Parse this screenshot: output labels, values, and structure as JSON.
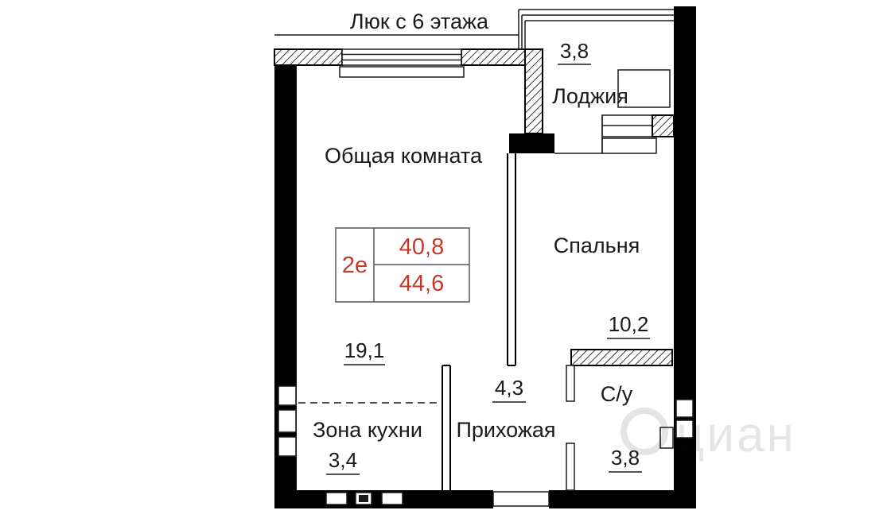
{
  "title": "Люк с 6 этажа",
  "info_box": {
    "type": "2е",
    "area_living": "40,8",
    "area_total": "44,6",
    "accent_color": "#c23a2b"
  },
  "rooms": {
    "living": {
      "name": "Общая комната",
      "area": "19,1"
    },
    "bedroom": {
      "name": "Спальня",
      "area": "10,2"
    },
    "loggia": {
      "name": "Лоджия",
      "area": "3,8"
    },
    "kitchen": {
      "name": "Зона кухни",
      "area": "3,4"
    },
    "hall": {
      "name": "Прихожая",
      "area": "4,3"
    },
    "bath": {
      "name": "С/у",
      "area": "3,8"
    }
  },
  "watermark": "циан"
}
